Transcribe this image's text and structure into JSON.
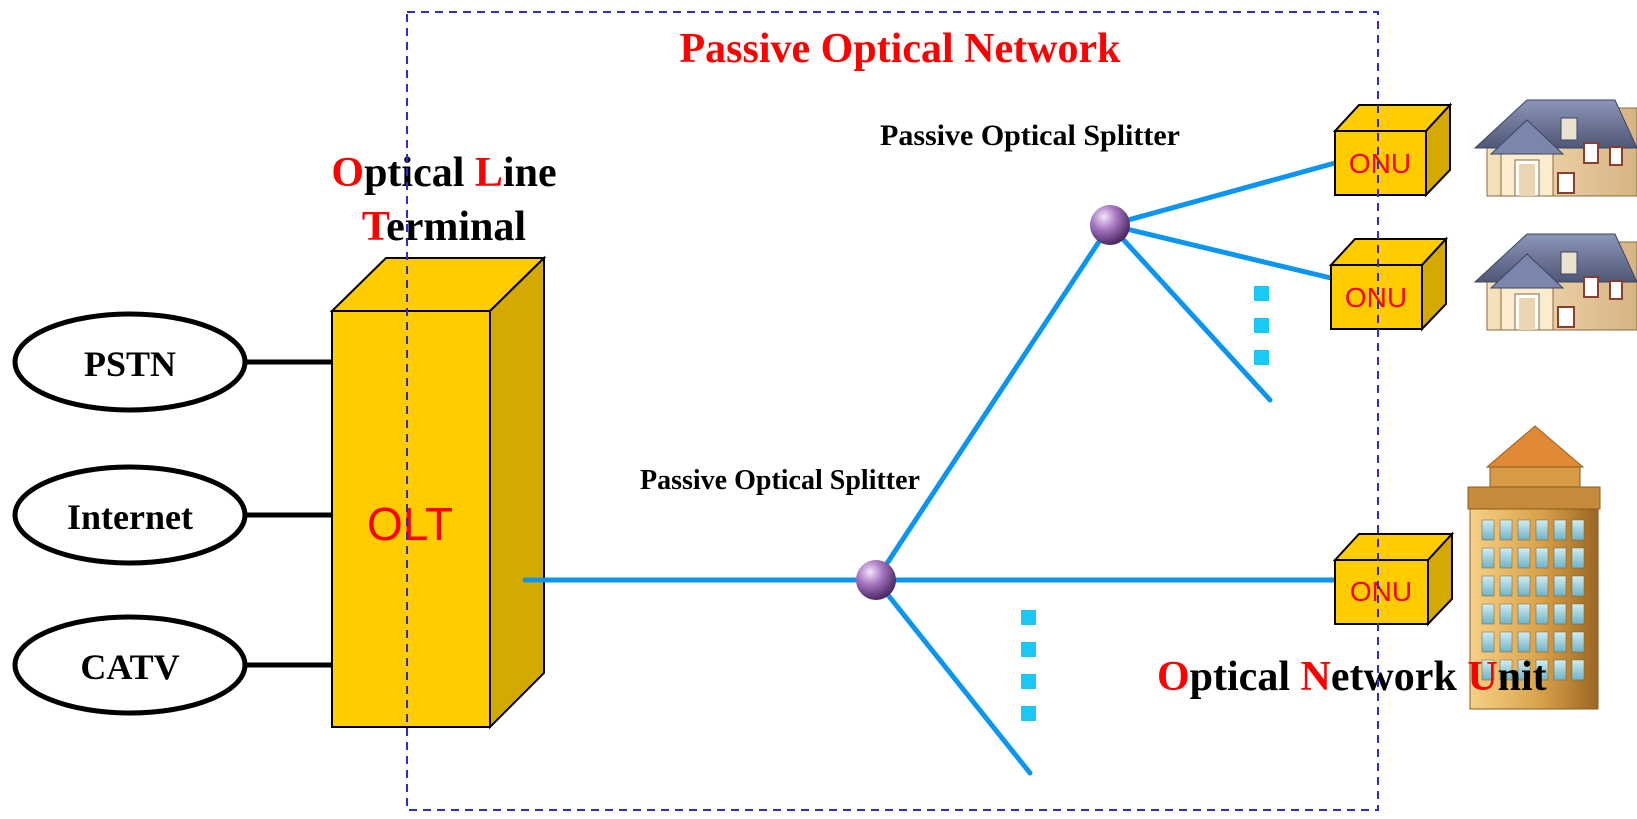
{
  "diagram": {
    "title": "Passive Optical Network",
    "olt_heading": {
      "line1": [
        {
          "text": "O",
          "highlight": true
        },
        {
          "text": "ptical ",
          "highlight": false
        },
        {
          "text": "L",
          "highlight": true
        },
        {
          "text": "ine",
          "highlight": false
        }
      ],
      "line2": [
        {
          "text": "T",
          "highlight": true
        },
        {
          "text": "erminal",
          "highlight": false
        }
      ]
    },
    "olt_label": "OLT",
    "services": [
      "PSTN",
      "Internet",
      "CATV"
    ],
    "splitter_labels": {
      "main": "Passive Optical Splitter",
      "secondary": "Passive Optical Splitter"
    },
    "onu_label": "ONU",
    "onu_heading": [
      {
        "text": "O",
        "highlight": true
      },
      {
        "text": "ptical ",
        "highlight": false
      },
      {
        "text": "N",
        "highlight": true
      },
      {
        "text": "etwork ",
        "highlight": false
      },
      {
        "text": "U",
        "highlight": true
      },
      {
        "text": "nit",
        "highlight": false
      }
    ],
    "icons": [
      "house-icon",
      "house-icon",
      "office-building-icon"
    ],
    "colors": {
      "highlight": "#ff0000",
      "text": "#000000",
      "fiber": "#0a96f0",
      "box_front": "#ffcc00",
      "box_side": "#d4aa00",
      "pon_border": "#2b2bdc",
      "splitter": "#8a5aa6",
      "dots": "#19c8f5"
    }
  }
}
